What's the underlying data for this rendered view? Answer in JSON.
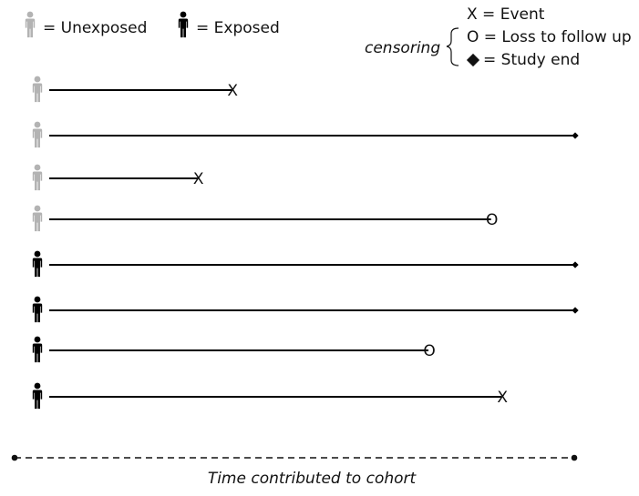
{
  "legend": {
    "unexposed_label": "= Unexposed",
    "exposed_label": "= Exposed",
    "censoring_label": "censoring",
    "event_label": "X = Event",
    "loss_label": "O = Loss to follow up",
    "study_end_label": "= Study end"
  },
  "colors": {
    "unexposed": "#b3b3b3",
    "exposed": "#000000",
    "line": "#000000"
  },
  "participants": [
    {
      "group": "unexposed",
      "follow_up": 0.347,
      "outcome": "event",
      "marker_text": "X"
    },
    {
      "group": "unexposed",
      "follow_up": 1.0,
      "outcome": "study-end",
      "marker_text": ""
    },
    {
      "group": "unexposed",
      "follow_up": 0.282,
      "outcome": "event",
      "marker_text": "X"
    },
    {
      "group": "unexposed",
      "follow_up": 0.84,
      "outcome": "loss-to-follow-up",
      "marker_text": "O"
    },
    {
      "group": "exposed",
      "follow_up": 1.0,
      "outcome": "study-end",
      "marker_text": ""
    },
    {
      "group": "exposed",
      "follow_up": 1.0,
      "outcome": "study-end",
      "marker_text": ""
    },
    {
      "group": "exposed",
      "follow_up": 0.721,
      "outcome": "loss-to-follow-up",
      "marker_text": "O"
    },
    {
      "group": "exposed",
      "follow_up": 0.86,
      "outcome": "event",
      "marker_text": "X"
    }
  ],
  "time_axis": {
    "label": "Time contributed to cohort"
  }
}
